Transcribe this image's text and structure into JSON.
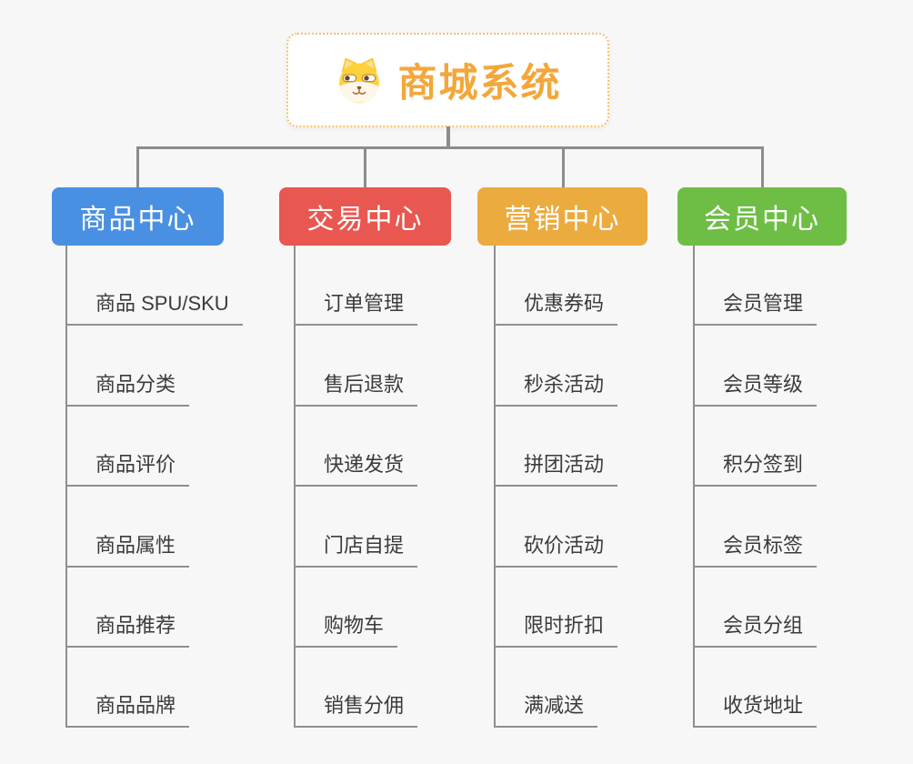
{
  "root": {
    "title": "商城系统",
    "title_color": "#f3a73b",
    "icon": "shiba-dog-icon",
    "border_color": "#f3c06b"
  },
  "connector_color": "#8c8c8c",
  "background_color": "#f7f7f7",
  "branches": [
    {
      "label": "商品中心",
      "color": "#4a90e2",
      "items": [
        "商品 SPU/SKU",
        "商品分类",
        "商品评价",
        "商品属性",
        "商品推荐",
        "商品品牌"
      ]
    },
    {
      "label": "交易中心",
      "color": "#e85750",
      "items": [
        "订单管理",
        "售后退款",
        "快递发货",
        "门店自提",
        "购物车",
        "销售分佣"
      ]
    },
    {
      "label": "营销中心",
      "color": "#ebab3f",
      "items": [
        "优惠券码",
        "秒杀活动",
        "拼团活动",
        "砍价活动",
        "限时折扣",
        "满减送"
      ]
    },
    {
      "label": "会员中心",
      "color": "#6ebe45",
      "items": [
        "会员管理",
        "会员等级",
        "积分签到",
        "会员标签",
        "会员分组",
        "收货地址"
      ]
    }
  ]
}
